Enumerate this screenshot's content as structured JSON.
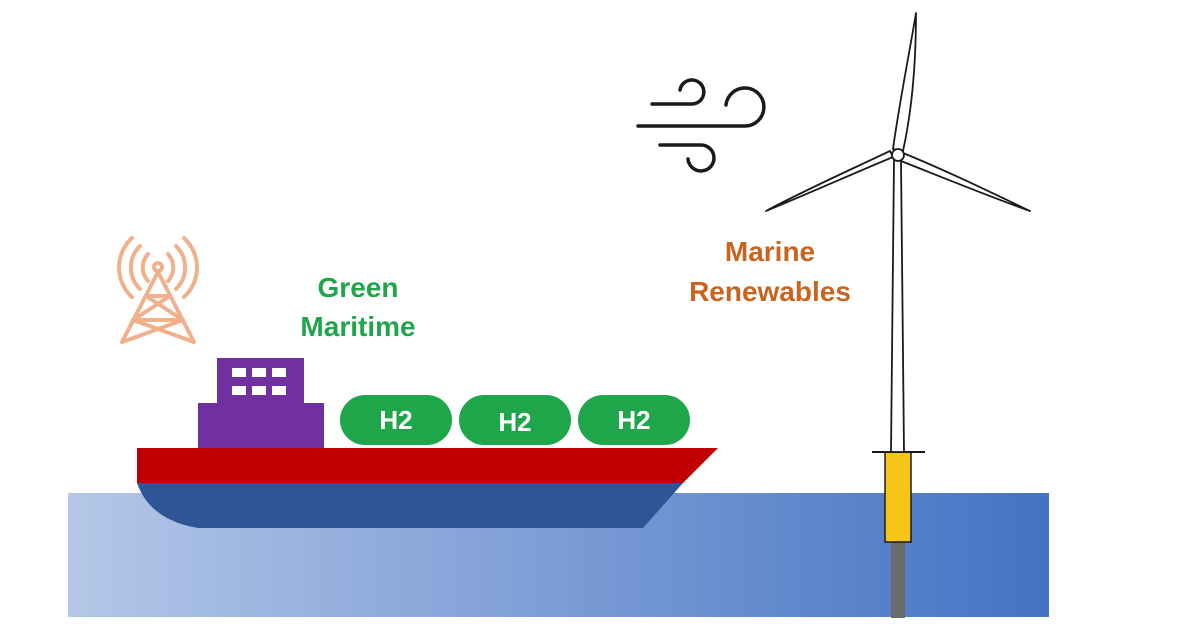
{
  "labels": {
    "green_maritime": [
      "Green",
      "Maritime"
    ],
    "marine_renewables": [
      "Marine",
      "Renewables"
    ],
    "tanks": [
      "H2",
      "H2",
      "H2"
    ]
  },
  "colors": {
    "green": "#1fa64a",
    "orange": "#c9631e",
    "tower": "#f0b08c",
    "cabin": "#7030a0",
    "hull_top": "#c00000",
    "hull_bottom": "#2f5597",
    "sea_light": "#b4c7e7",
    "sea_dark": "#4472c4",
    "foundation": "#f5c518",
    "pile": "#6b6b6b"
  },
  "icons": [
    "wind-icon",
    "communication-tower-icon",
    "wind-turbine-icon",
    "ship-icon"
  ]
}
